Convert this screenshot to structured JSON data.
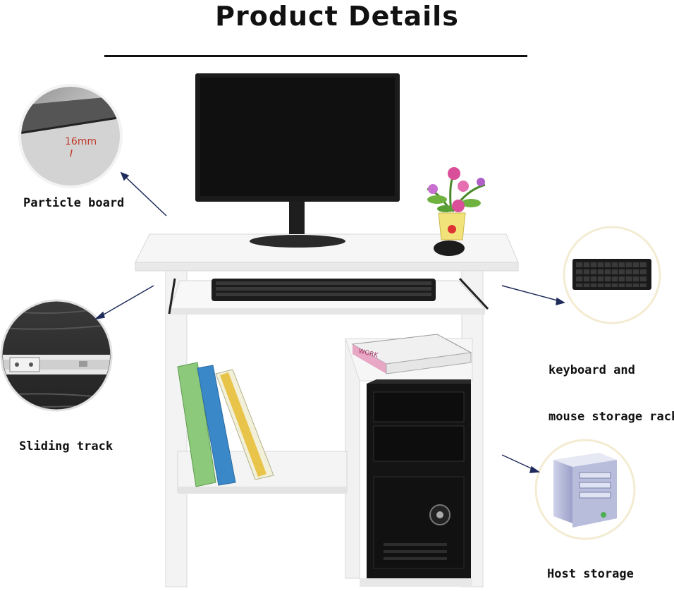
{
  "page": {
    "title": "Product Details"
  },
  "callouts": {
    "particle_board": {
      "label": "Particle board",
      "measurement": "16mm"
    },
    "keyboard_rack": {
      "line1": "keyboard and",
      "line2": "mouse storage rack"
    },
    "sliding_track": {
      "label": "Sliding track"
    },
    "host_storage": {
      "label": "Host storage"
    }
  },
  "product": {
    "name": "computer desk",
    "color": "#ffffff"
  },
  "colors": {
    "desk": "#f7f7f7",
    "desk_shadow": "#dcdcdc",
    "monitor": "#1b1b1b",
    "tower": "#141414",
    "arrow": "#1f2b5a",
    "circle_ring": "#f3ecd2"
  },
  "icons": [
    "particle-board-detail-icon",
    "sliding-track-detail-icon",
    "keyboard-detail-icon",
    "host-storage-detail-icon"
  ]
}
